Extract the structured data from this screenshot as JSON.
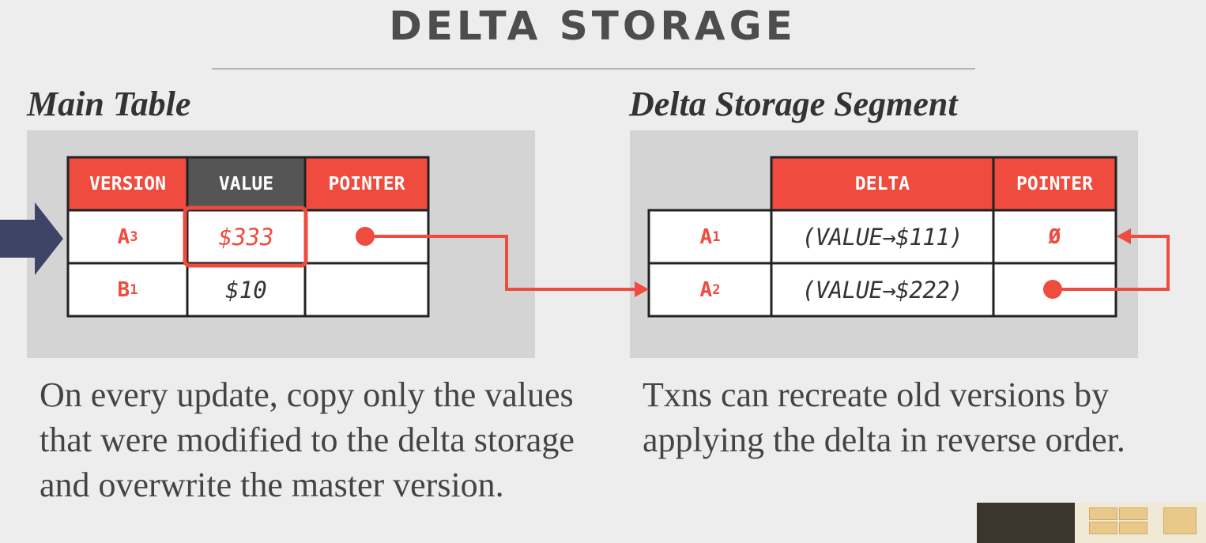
{
  "title": "DELTA STORAGE",
  "main_table": {
    "heading": "Main Table",
    "headers": [
      "VERSION",
      "VALUE",
      "POINTER"
    ],
    "rows": [
      {
        "version": "A",
        "sub": "3",
        "value": "$333"
      },
      {
        "version": "B",
        "sub": "1",
        "value": "$10"
      }
    ]
  },
  "delta_segment": {
    "heading": "Delta Storage Segment",
    "headers": [
      "DELTA",
      "POINTER"
    ],
    "rows": [
      {
        "version": "A",
        "sub": "1",
        "delta": "(VALUE→$111)",
        "pointer": "Ø"
      },
      {
        "version": "A",
        "sub": "2",
        "delta": "(VALUE→$222)",
        "pointer": ""
      }
    ]
  },
  "text_left": "On every update, copy only the values that were modified to the delta storage and overwrite the master version.",
  "text_right": "Txns can recreate old versions by applying the delta in reverse order.",
  "colors": {
    "accent_red": "#ef4b3f",
    "dark_header": "#555555",
    "navy_arrow": "#3d4466",
    "panel_gray": "#d4d4d4"
  }
}
